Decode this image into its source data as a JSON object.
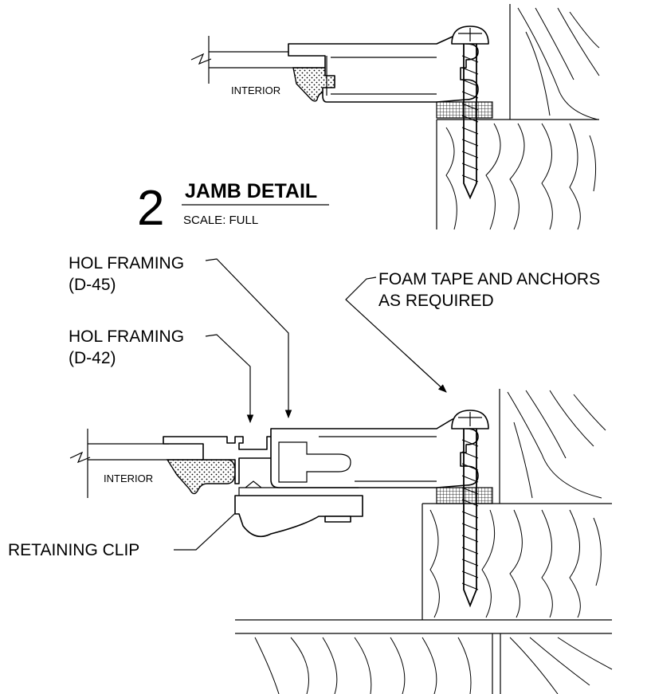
{
  "detail": {
    "number": "2",
    "title": "JAMB DETAIL",
    "scale": "SCALE:  FULL"
  },
  "labels": {
    "interior_top": "INTERIOR",
    "interior_bottom": "INTERIOR",
    "hol_d45_line1": "HOL FRAMING",
    "hol_d45_line2": "(D-45)",
    "hol_d42_line1": "HOL FRAMING",
    "hol_d42_line2": "(D-42)",
    "foam_line1": "FOAM TAPE AND ANCHORS",
    "foam_line2": "AS REQUIRED",
    "retaining_clip": "RETAINING CLIP"
  }
}
